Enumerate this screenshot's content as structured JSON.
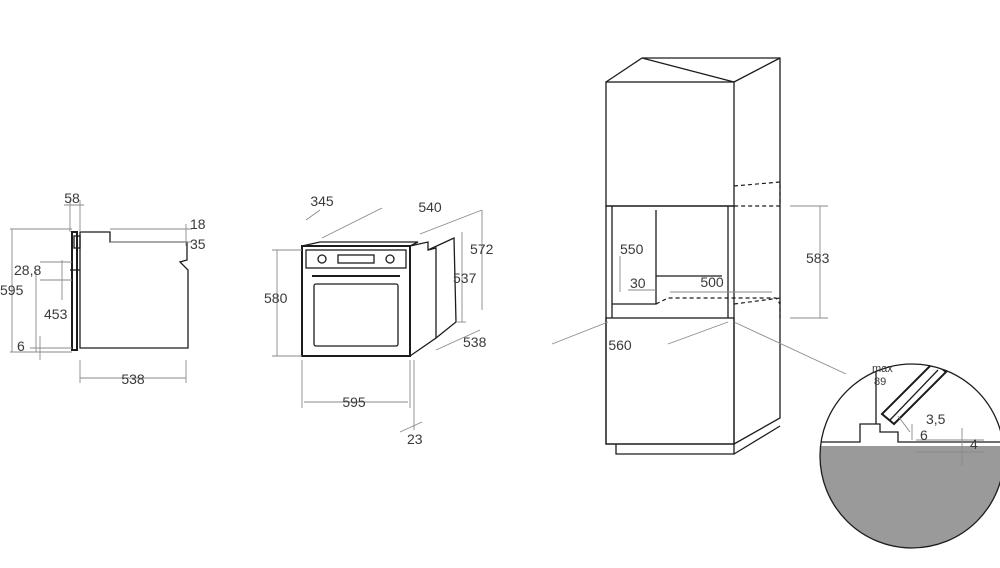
{
  "colors": {
    "line": "#1c1c1c",
    "dimension": "#8a8a8a",
    "counter": "#9a9a9a",
    "text": "#3a3a3a"
  },
  "side_view": {
    "dims": {
      "d58": "58",
      "d18": "18",
      "d35": "35",
      "d28_8": "28,8",
      "d595": "595",
      "d453": "453",
      "d6": "6",
      "d538": "538"
    }
  },
  "oven_view": {
    "dims": {
      "d345": "345",
      "d540": "540",
      "d572": "572",
      "d537": "537",
      "d580": "580",
      "d538": "538",
      "d595": "595",
      "d23": "23"
    }
  },
  "cabinet_view": {
    "dims": {
      "d550": "550",
      "d30": "30",
      "d500": "500",
      "d583": "583",
      "d560": "560"
    }
  },
  "detail_view": {
    "dims": {
      "max": "max",
      "d89": "89",
      "d3_5": "3,5",
      "d6": "6",
      "d4": "4"
    }
  }
}
